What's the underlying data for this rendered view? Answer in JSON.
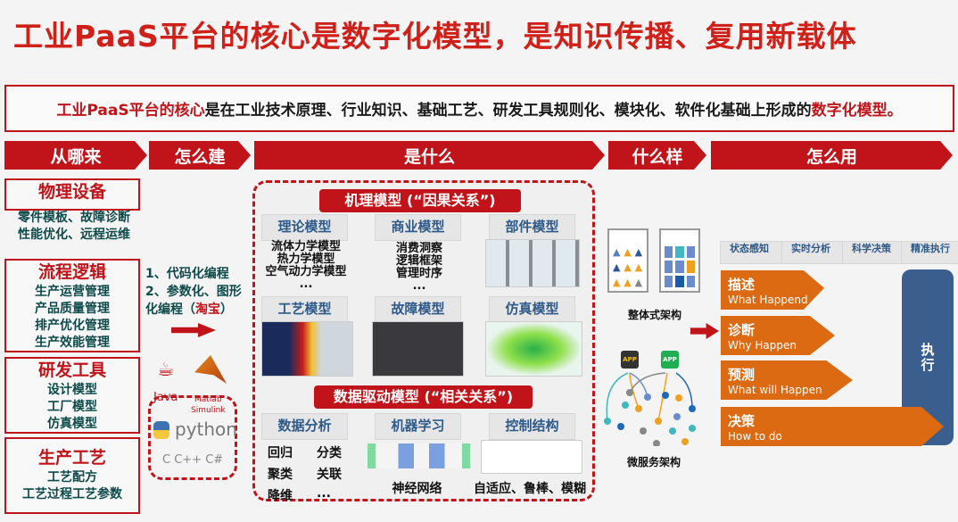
{
  "title": "工业PaaS平台的核心是数字化模型，是知识传播、复用新载体",
  "core": {
    "part1": "工业PaaS平台的核心",
    "part2": "是在工业技术原理、行业知识、基础工艺、研发工具规则化、模块化、软件化基础上形成的",
    "part3": "数字化模型。"
  },
  "headers": [
    "从哪来",
    "怎么建",
    "是什么",
    "什么样",
    "怎么用"
  ],
  "sources": [
    {
      "title": "物理设备",
      "lines": [
        "零件模板、故障诊断",
        "性能优化、远程运维"
      ]
    },
    {
      "title": "流程逻辑",
      "lines": [
        "生产运营管理",
        "产品质量管理",
        "排产优化管理",
        "生产效能管理"
      ]
    },
    {
      "title": "研发工具",
      "lines": [
        "设计模型",
        "工厂模型",
        "仿真模型"
      ]
    },
    {
      "title": "生产工艺",
      "lines": [
        "工艺配方",
        "工艺过程工艺参数"
      ]
    }
  ],
  "build": {
    "line1": "1、代码化编程",
    "line2": "2、参数化、图形",
    "line3a": "化编程（",
    "line3b": "淘宝",
    "line3c": "）",
    "tools": {
      "java": "Java",
      "matlab": "Matlab",
      "simulink": "Simulink",
      "python": "python",
      "c": "C C++ C#"
    }
  },
  "mechanism": {
    "title": "机理模型 (“因果关系”)",
    "theory": {
      "label": "理论模型",
      "lines": [
        "流体力学模型",
        "热力学模型",
        "空气动力学模型",
        "..."
      ]
    },
    "business": {
      "label": "商业模型",
      "lines": [
        "消费洞察",
        "逻辑框架",
        "管理时序",
        "..."
      ]
    },
    "component": {
      "label": "部件模型"
    },
    "process": {
      "label": "工艺模型"
    },
    "fault": {
      "label": "故障模型"
    },
    "simulation": {
      "label": "仿真模型"
    }
  },
  "datadriven": {
    "title": "数据驱动模型 (“相关关系”)",
    "analysis": {
      "label": "数据分析",
      "items": [
        "回归",
        "分类",
        "聚类",
        "关联",
        "降维",
        "..."
      ]
    },
    "ml": {
      "label": "机器学习",
      "caption": "神经网络"
    },
    "control": {
      "label": "控制结构",
      "caption": "自适应、鲁棒、模糊"
    }
  },
  "arch": {
    "monolith": "整体式架构",
    "micro": "微服务架构",
    "app": "APP"
  },
  "use": {
    "tags": [
      "状态感知",
      "实时分析",
      "科学决策",
      "精准执行"
    ],
    "steps": [
      {
        "cn": "描述",
        "en": "What Happend"
      },
      {
        "cn": "诊断",
        "en": "Why Happen"
      },
      {
        "cn": "预测",
        "en": "What will Happen"
      },
      {
        "cn": "决策",
        "en": "How to do"
      }
    ],
    "exec": "执行"
  },
  "colors": {
    "red": "#c0141a",
    "orange": "#dc6a12",
    "navy": "#3a5f8e"
  }
}
